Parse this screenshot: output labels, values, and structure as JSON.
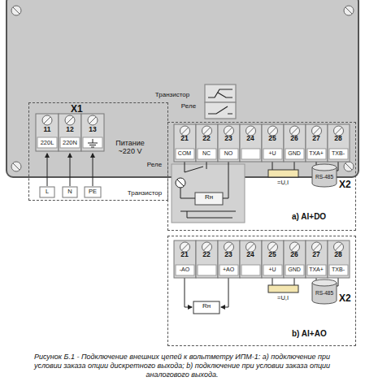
{
  "diagram": {
    "caption": "Рисунок Б.1 - Подключение внешних цепей к вольтметру ИПМ-1: а) подключение при условии заказа опции дискретного выхода; b) подключение при условии заказа опции аналогового выхода.",
    "nodes": [
      {
        "text": [
          "X1"
        ]
      },
      {
        "text": [
          "X2",
          "a) AI+DO"
        ]
      },
      {
        "text": [
          "RS-485"
        ],
        "in": 1
      },
      {
        "text": [
          "X2",
          "b) AI+AO"
        ]
      },
      {
        "text": [
          "RS-485"
        ],
        "in": 3
      }
    ],
    "labels": [
      "Транзистор",
      "Реле",
      "11",
      "12",
      "13",
      "220L",
      "220N",
      "Питание ~220 V",
      "L",
      "N",
      "PE",
      "21",
      "22",
      "23",
      "24",
      "25",
      "26",
      "27",
      "28",
      "COM",
      "NC",
      "NO",
      "+U",
      "GND",
      "TXA+",
      "TXB-",
      "Реле",
      "Транзистор",
      "Rн",
      "=U,I",
      "21",
      "22",
      "23",
      "24",
      "25",
      "26",
      "27",
      "28",
      "-AO",
      "+AO",
      "+U",
      "GND",
      "TXA+",
      "TXB-",
      "Rн",
      "=U,I"
    ]
  }
}
